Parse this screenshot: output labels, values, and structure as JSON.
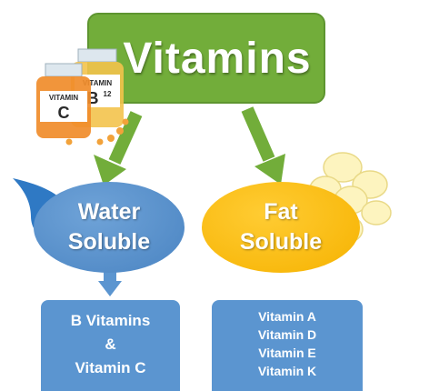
{
  "title": "Vitamins",
  "bottles": [
    {
      "label_top": "VITAMIN",
      "label_letter": "C"
    },
    {
      "label_top": "VITAMIN",
      "label_letter": "B",
      "label_sub": "12"
    }
  ],
  "categories": [
    {
      "label_line1": "Water",
      "label_line2": "Soluble",
      "color": "#5b95d0"
    },
    {
      "label_line1": "Fat",
      "label_line2": "Soluble",
      "color": "#f6b200"
    }
  ],
  "water_box": {
    "items": [
      "B Vitamins",
      "&",
      "Vitamin C"
    ]
  },
  "fat_box": {
    "items": [
      "Vitamin A",
      "Vitamin D",
      "Vitamin E",
      "Vitamin K"
    ]
  },
  "colors": {
    "title_bg": "#72ad3a",
    "arrow_green": "#72ad3a",
    "arrow_blue": "#5b95d0"
  }
}
